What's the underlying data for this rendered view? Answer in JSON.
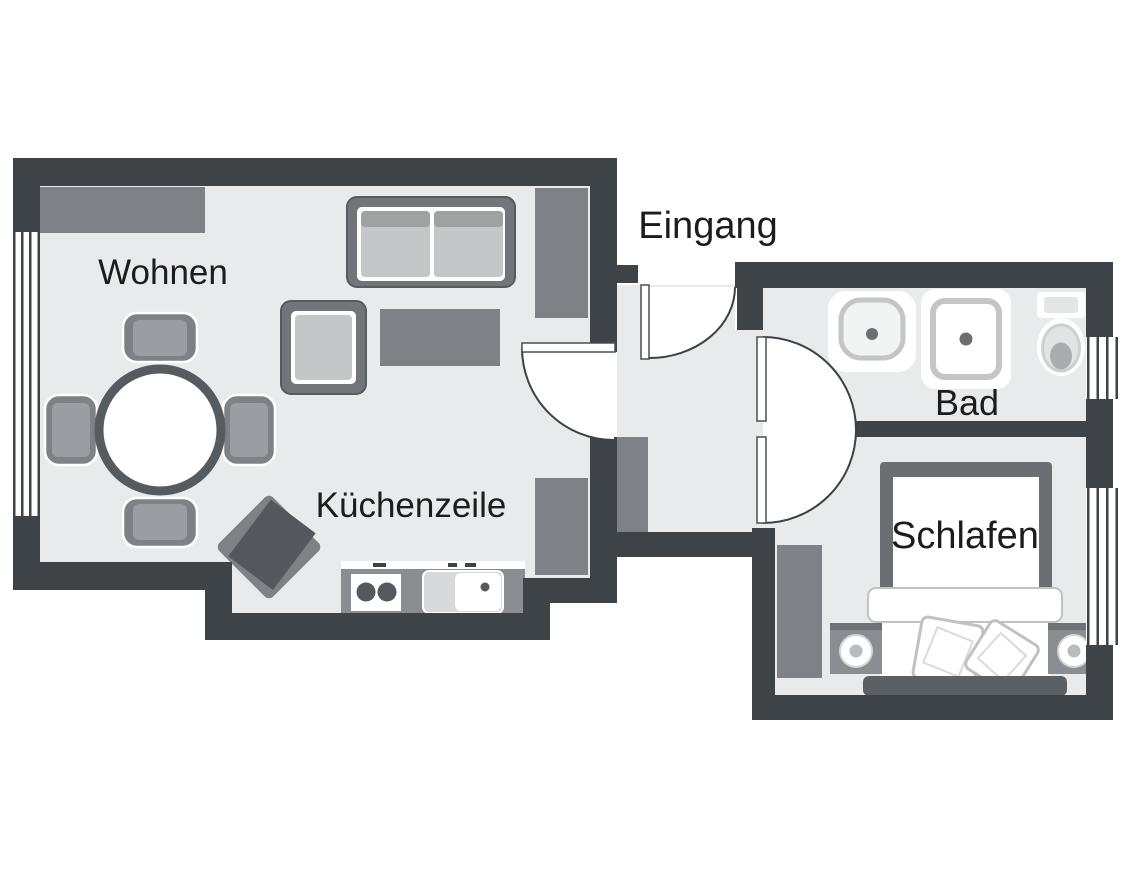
{
  "type": "apartment-floor-plan",
  "labels": {
    "living": "Wohnen",
    "kitchen": "Küchenzeile",
    "entrance": "Eingang",
    "bath": "Bad",
    "bedroom": "Schlafen"
  },
  "colors": {
    "wall": "#3e4348",
    "floor": "#e9eaeb",
    "furniture_medium": "#7e8287",
    "furniture_light": "#c4c6c8",
    "furniture_dark": "#55595d",
    "bed_frame": "#6a6f73",
    "text": "#1c1c1c",
    "background": "#ffffff"
  },
  "rooms": [
    {
      "id": "living",
      "label": "Wohnen",
      "furniture": [
        "sideboard",
        "sofa",
        "armchair",
        "coffee-table",
        "round-dining-table",
        "dining-chairs-x4",
        "lounge-chair",
        "tall-cabinet-top",
        "tall-cabinet-bottom"
      ]
    },
    {
      "id": "kitchen",
      "label": "Küchenzeile",
      "furniture": [
        "kitchen-counter",
        "cooktop-2-burners",
        "sink"
      ]
    },
    {
      "id": "entrance",
      "label": "Eingang",
      "furniture": [
        "hall-cabinet"
      ]
    },
    {
      "id": "bath",
      "label": "Bad",
      "furniture": [
        "washbasin",
        "shower",
        "toilet"
      ]
    },
    {
      "id": "bedroom",
      "label": "Schlafen",
      "furniture": [
        "double-bed",
        "pillows-x2",
        "nightstand-left",
        "nightstand-right",
        "bedside-lamps-x2",
        "wardrobe"
      ]
    }
  ],
  "doors": [
    "entrance-door",
    "living-room-door",
    "bathroom-door",
    "bedroom-door"
  ],
  "windows": [
    "living-room-window-left",
    "bathroom-window-right",
    "bedroom-window-right"
  ]
}
